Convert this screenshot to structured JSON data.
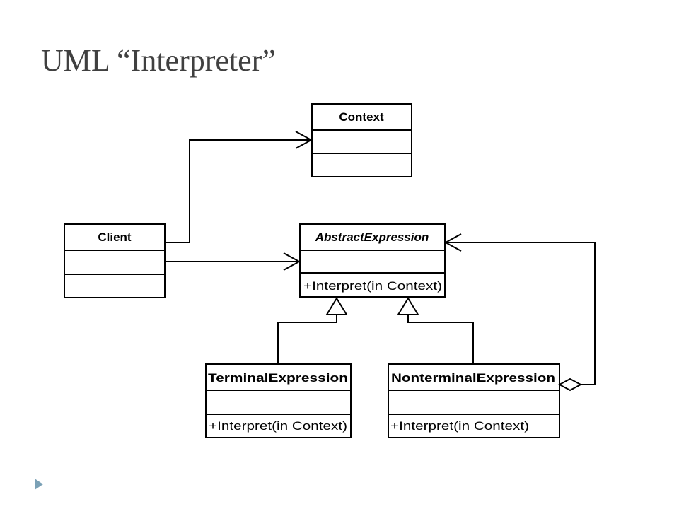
{
  "slide": {
    "title": "UML “Interpreter”"
  },
  "diagram": {
    "classes": {
      "context": {
        "name": "Context",
        "operation": ""
      },
      "client": {
        "name": "Client",
        "operation": ""
      },
      "abstract_expression": {
        "name": "AbstractExpression",
        "operation": "+Interpret(in Context)"
      },
      "terminal_expression": {
        "name": "TerminalExpression",
        "operation": "+Interpret(in Context)"
      },
      "nonterminal_expression": {
        "name": "NonterminalExpression",
        "operation": "+Interpret(in Context)"
      }
    },
    "relationships": [
      {
        "from": "Client",
        "to": "Context",
        "type": "association"
      },
      {
        "from": "Client",
        "to": "AbstractExpression",
        "type": "association"
      },
      {
        "from": "TerminalExpression",
        "to": "AbstractExpression",
        "type": "generalization"
      },
      {
        "from": "NonterminalExpression",
        "to": "AbstractExpression",
        "type": "generalization"
      },
      {
        "from": "NonterminalExpression",
        "to": "AbstractExpression",
        "type": "aggregation"
      }
    ],
    "colors": {
      "line": "#000000",
      "title": "#404040",
      "rule": "#b8cbd6",
      "bullet": "#7ba1b6"
    },
    "icons": {
      "bullet": "triangle-bullet-icon"
    }
  }
}
